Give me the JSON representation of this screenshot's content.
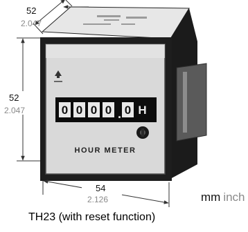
{
  "dimensions": {
    "top_width": {
      "mm": "52",
      "inch": "2.047"
    },
    "left_height": {
      "mm": "52",
      "inch": "2.047"
    },
    "bottom_width": {
      "mm": "54",
      "inch": "2.126"
    }
  },
  "counter_digits": [
    "0",
    "0",
    "0",
    "0",
    ".",
    "0",
    "H"
  ],
  "panel_label": "HOUR METER",
  "units": {
    "primary": "mm",
    "secondary": "inch"
  },
  "caption": "TH23 (with reset function)",
  "colors": {
    "dimension_line": "#333333",
    "inch_text": "#8a8a8a",
    "panel_face": "#d9d9d9",
    "panel_border": "#4a4a4a",
    "body_dark": "#202020",
    "display_bg": "#0c0c0c",
    "digit_bg": "#e9e9e9"
  }
}
